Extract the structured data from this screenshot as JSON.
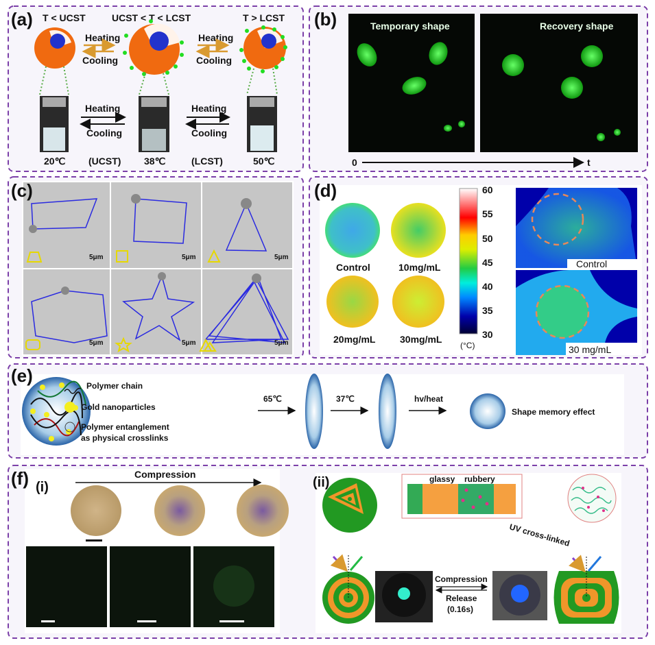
{
  "panel_a": {
    "label": "(a)",
    "states": [
      "T < UCST",
      "UCST <  T < LCST",
      "T > LCST"
    ],
    "heating": "Heating",
    "cooling": "Cooling",
    "temps": [
      "20℃",
      "38℃",
      "50℃"
    ],
    "transitions": [
      "(UCST)",
      "(LCST)"
    ]
  },
  "panel_b": {
    "label": "(b)",
    "left_title": "Temporary shape",
    "right_title": "Recovery shape",
    "axis_start": "0",
    "axis_end": "t"
  },
  "panel_c": {
    "label": "(c)",
    "scale_bar": "5μm"
  },
  "panel_d": {
    "label": "(d)",
    "samples": [
      "Control",
      "10mg/mL",
      "20mg/mL",
      "30mg/mL"
    ],
    "colorbar_ticks": [
      "60",
      "55",
      "50",
      "45",
      "40",
      "35",
      "30"
    ],
    "colorbar_unit": "(°C)",
    "thermal_labels": [
      "Control",
      "30 mg/mL"
    ]
  },
  "panel_e": {
    "label": "(e)",
    "legend": [
      "Polymer chain",
      "Gold nanoparticles",
      "Polymer entanglement",
      "as physical crosslinks"
    ],
    "steps": [
      "65℃",
      "37℃",
      "hv/heat"
    ],
    "result": "Shape memory effect"
  },
  "panel_f": {
    "label": "(f)",
    "sub_i": "(i)",
    "compression_top": "Compression",
    "sub_ii": "(ii)",
    "glassy": "glassy",
    "rubbery": "rubbery",
    "uv": "UV cross-linked",
    "compression": "Compression",
    "release": "Release",
    "time": "(0.16s)"
  },
  "colors": {
    "frame": "#7b3fa8",
    "orange": "#f07a1a",
    "green": "#2fbf2f",
    "blue": "#2233cc"
  }
}
